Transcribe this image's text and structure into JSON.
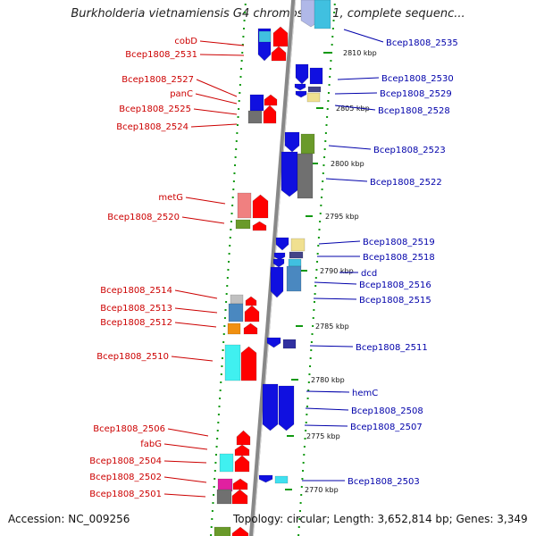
{
  "title": "Burkholderia vietnamiensis G4 chromosome 1, complete sequenc...",
  "footer": {
    "accession": "Accession: NC_009256",
    "info": "Topology: circular; Length: 3,652,814 bp; Genes: 3,349"
  },
  "colors": {
    "left_label": "#cc0000",
    "right_label": "#0000aa",
    "backbone": "#888888",
    "dots": "#119911"
  },
  "kbp_labels": [
    "2810 kbp",
    "2805 kbp",
    "2800 kbp",
    "2795 kbp",
    "2790 kbp",
    "2785 kbp",
    "2780 kbp",
    "2775 kbp",
    "2770 kbp"
  ],
  "left_labels": [
    "cobD",
    "Bcep1808_2531",
    "Bcep1808_2527",
    "panC",
    "Bcep1808_2525",
    "Bcep1808_2524",
    "metG",
    "Bcep1808_2520",
    "Bcep1808_2514",
    "Bcep1808_2513",
    "Bcep1808_2512",
    "Bcep1808_2510",
    "Bcep1808_2506",
    "fabG",
    "Bcep1808_2504",
    "Bcep1808_2502",
    "Bcep1808_2501"
  ],
  "right_labels": [
    "Bcep1808_2535",
    "Bcep1808_2530",
    "Bcep1808_2529",
    "Bcep1808_2528",
    "Bcep1808_2523",
    "Bcep1808_2522",
    "Bcep1808_2519",
    "Bcep1808_2518",
    "dcd",
    "Bcep1808_2516",
    "Bcep1808_2515",
    "Bcep1808_2511",
    "hemC",
    "Bcep1808_2508",
    "Bcep1808_2507",
    "Bcep1808_2503"
  ]
}
